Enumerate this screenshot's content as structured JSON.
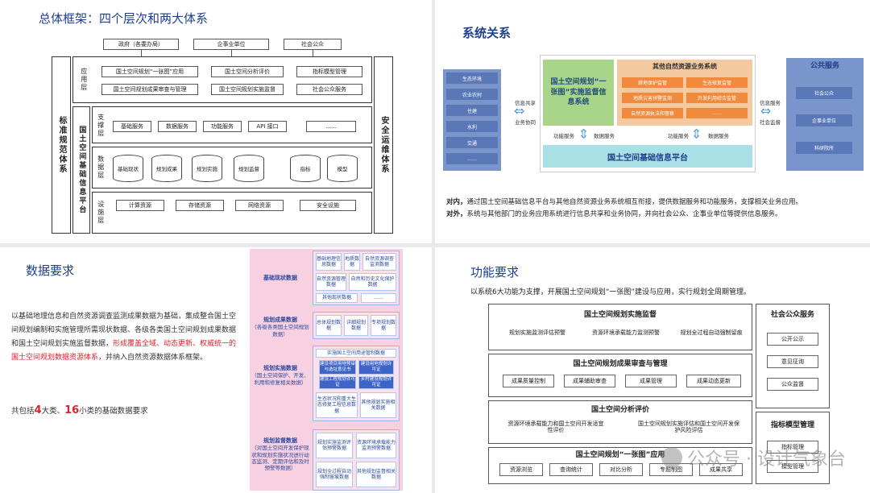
{
  "p1": {
    "title": "总体框架：四个层次和两大体系",
    "top_boxes": [
      "政府（各委办局）",
      "企事业单位",
      "社会公众"
    ],
    "left_side": "标准规范体系",
    "right_side": "安全运维体系",
    "core": "国土空间基础信息平台",
    "app": {
      "label": "应用层",
      "items": [
        "国土空间规划“一张图”应用",
        "国土空间分析评价",
        "指标模型管理",
        "国土空间规划成果审查与管理",
        "国土空间规划实施监督",
        "社会公众服务"
      ]
    },
    "support": {
      "label": "支撑层",
      "items": [
        "基础服务",
        "数据服务",
        "功能服务",
        "API 接口",
        "……"
      ]
    },
    "data": {
      "label": "数据层",
      "items": [
        "基础现状",
        "规划成果",
        "规划实施",
        "规划监督",
        "指标",
        "模型"
      ]
    },
    "infra": {
      "label": "设施层",
      "items": [
        "计算资源",
        "存储资源",
        "网络资源",
        "安全设施"
      ]
    }
  },
  "p2": {
    "title": "系统关系",
    "left_items": [
      "生态环境",
      "农业农村",
      "住建",
      "水利",
      "交通",
      "……"
    ],
    "center": "国土空间规划“一张图”实施监督信息系统",
    "other": {
      "title": "其他自然资源业务系统",
      "items": [
        "耕地保护监管",
        "生态修复监管",
        "地质灾害预警监测",
        "开发利用综合监管",
        "自然资源执法和督察",
        "……"
      ]
    },
    "platform": "国土空间基础信息平台",
    "public": {
      "title": "公共服务",
      "items": [
        "社会公众",
        "企事业单位",
        "科研院所"
      ]
    },
    "labels": {
      "share_left": "信息共享",
      "coop": "业务协同",
      "func": "功能服务",
      "dataserv": "数据服务",
      "info_serv": "信息服务",
      "social": "社会监督"
    },
    "desc1_bold": "对内，",
    "desc1": "通过国土空间基础信息平台与其他自然资源业务系统相互衔接，提供数据服务和功能服务，支撑相关业务应用。",
    "desc2_bold": "对外，",
    "desc2": "系统与其他部门的业务应用系统进行信息共享和业务协同，并向社会公众、企事业单位等提供信息服务。"
  },
  "p3": {
    "title": "数据要求",
    "para_a": "以基础地理信息和自然资源调查监测成果数据为基础，集成整合国土空间规划编制和实施管理所需现状数据、各级各类国土空间规划成果数据和国土空间规划实施监督数据，",
    "para_red": "形成覆盖全域、动态更新、权威统一的国土空间规划数据资源体系",
    "para_b": "，并纳入自然资源数据体系框架。",
    "count_a": "共包括",
    "count_n1": "4",
    "count_b": "大类、",
    "count_n2": "16",
    "count_c": "小类的基础数据要求",
    "cat1": {
      "name": "基础现状数据",
      "items": [
        "基础地理信息数据",
        "地质数据",
        "自然资源调查监测数据",
        "自然资源管理数据",
        "自然和历史文化保护数据",
        "其他现状数据",
        "……"
      ]
    },
    "cat2": {
      "name": "规划成果数据",
      "sub": "（各级各类国土空间规划数据）",
      "items": [
        "总体规划数据",
        "详细规划数据",
        "专项规划数据"
      ]
    },
    "cat3": {
      "name": "规划实施数据",
      "sub": "（国土空间保护、开发、利用和修复相关数据）",
      "items": [
        "实施国土空间用途管制数据",
        "建设项目用地预审与选址意见书",
        "建设用地规划许可证",
        "建设工程规划许可证",
        "乡村建设规划许可证",
        "生态状况和重大生态修复工程信息数据",
        "其他规划实施相关数据"
      ]
    },
    "cat4": {
      "name": "规划监督数据",
      "sub": "（对国土空间开发保护现状和规划实施状况进行动态监测、定期评估和及时预警等数据）",
      "items": [
        "规划实施监测评估预警数据",
        "资源环境承载能力监测预警数据",
        "规划全过程自动强制留痕数据",
        "其他规划监督相关数据"
      ]
    }
  },
  "p4": {
    "title": "功能要求",
    "subtitle": "以系统6大功能为支撑，开展国土空间规划“一张图”建设与应用，实行规划全周期管理。",
    "s1": {
      "title": "国土空间规划实施监督",
      "items": [
        "规划实施监测评估预警",
        "资源环境承载能力监测预警",
        "规划全过程自动强制留痕"
      ]
    },
    "s2": {
      "title": "国土空间规划成果审查与管理",
      "items": [
        "成果质量控制",
        "成果辅助审查",
        "成果管理",
        "成果动态更新"
      ]
    },
    "s3": {
      "title": "国土空间分析评价",
      "items": [
        "资源环境承载能力和国土空间开发适宜性评价",
        "国土空间规划实施评估和国土空间开发保护风险评估"
      ]
    },
    "s4": {
      "title": "国土空间规划“一张图”应用",
      "items": [
        "资源浏览",
        "查询统计",
        "对比分析",
        "专题制图",
        "成果共享"
      ]
    },
    "s5": {
      "title": "社会公众服务",
      "items": [
        "公开公示",
        "意见征询",
        "公众监督"
      ]
    },
    "s6": {
      "title": "指标模型管理",
      "items": [
        "指标管理",
        "模型管理"
      ]
    },
    "watermark": "公众号 · 设计气象台"
  }
}
